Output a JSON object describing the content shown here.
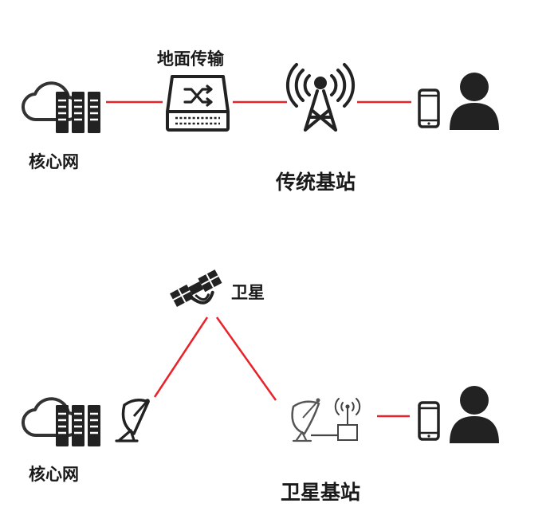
{
  "colors": {
    "link": "#e8232a",
    "icon": "#222222",
    "cloud": "#333333",
    "background": "#ffffff"
  },
  "traditional": {
    "core_network": {
      "label": "核心网",
      "icons": [
        "cloud-outline-icon",
        "server-rack-icon"
      ]
    },
    "ground_transmission": {
      "label": "地面传输",
      "icon": "network-switch-icon"
    },
    "base_station": {
      "label": "传统基站",
      "icon": "cell-tower-icon"
    },
    "user": {
      "icons": [
        "smartphone-icon",
        "user-person-icon"
      ]
    }
  },
  "satellite": {
    "core_network": {
      "label": "核心网",
      "icons": [
        "cloud-outline-icon",
        "server-rack-icon",
        "satellite-dish-icon"
      ]
    },
    "satellite_node": {
      "label": "卫星",
      "icon": "satellite-icon"
    },
    "base_station": {
      "label": "卫星基站",
      "icons": [
        "satellite-dish-icon",
        "antenna-box-icon"
      ]
    },
    "user": {
      "icons": [
        "smartphone-icon",
        "user-person-icon"
      ]
    }
  }
}
